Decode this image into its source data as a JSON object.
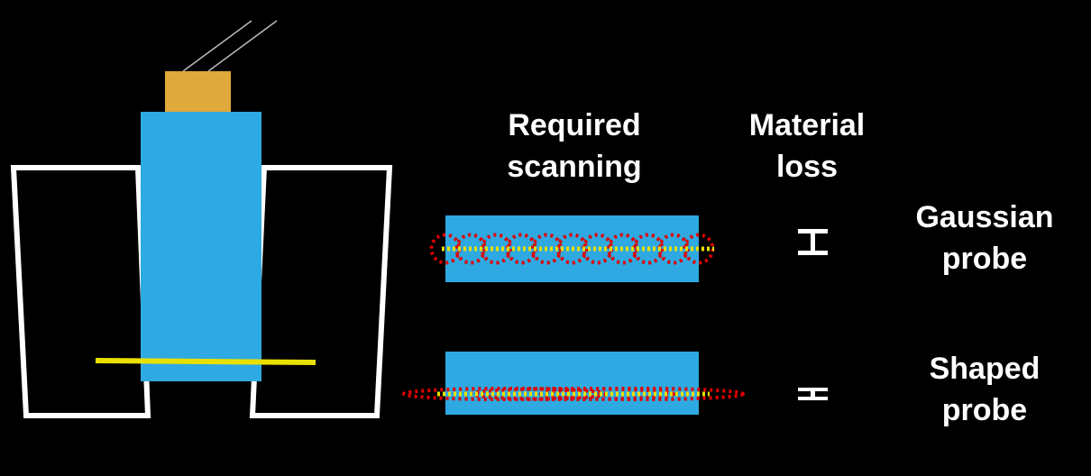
{
  "headers": {
    "scanning": [
      "Required",
      "scanning"
    ],
    "loss": [
      "Material",
      "loss"
    ]
  },
  "rows": [
    {
      "label": [
        "Gaussian",
        "probe"
      ]
    },
    {
      "label": [
        "Shaped",
        "probe"
      ]
    }
  ],
  "colors": {
    "background": "#000000",
    "workpiece": "#2fa9e1",
    "holder": "#e0a93c",
    "laser": "#e8e000",
    "probe": "#e00000",
    "outline": "#ffffff"
  }
}
